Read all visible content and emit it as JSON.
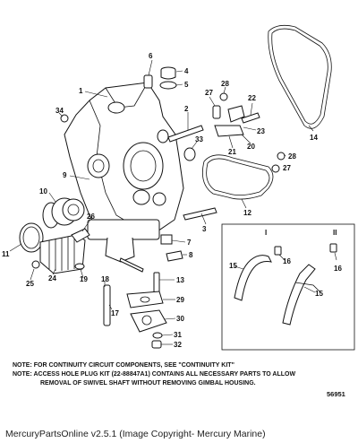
{
  "diagram": {
    "part_numbers": [
      "1",
      "2",
      "3",
      "4",
      "5",
      "6",
      "7",
      "8",
      "9",
      "10",
      "11",
      "12",
      "13",
      "14",
      "15",
      "16",
      "17",
      "18",
      "19",
      "20",
      "21",
      "22",
      "23",
      "24",
      "25",
      "26",
      "27",
      "28",
      "29",
      "30",
      "31",
      "32",
      "33",
      "34"
    ],
    "callouts": [
      {
        "id": "1",
        "text": "1"
      },
      {
        "id": "2",
        "text": "2"
      },
      {
        "id": "3",
        "text": "3"
      },
      {
        "id": "4",
        "text": "4"
      },
      {
        "id": "5",
        "text": "5"
      },
      {
        "id": "6",
        "text": "6"
      },
      {
        "id": "7",
        "text": "7"
      },
      {
        "id": "8",
        "text": "8"
      },
      {
        "id": "9",
        "text": "9"
      },
      {
        "id": "10",
        "text": "10"
      },
      {
        "id": "11",
        "text": "11"
      },
      {
        "id": "12",
        "text": "12"
      },
      {
        "id": "13",
        "text": "13"
      },
      {
        "id": "14",
        "text": "14"
      },
      {
        "id": "15a",
        "text": "15"
      },
      {
        "id": "15b",
        "text": "15"
      },
      {
        "id": "16a",
        "text": "16"
      },
      {
        "id": "16b",
        "text": "16"
      },
      {
        "id": "17",
        "text": "17"
      },
      {
        "id": "18",
        "text": "18"
      },
      {
        "id": "19",
        "text": "19"
      },
      {
        "id": "20",
        "text": "20"
      },
      {
        "id": "21",
        "text": "21"
      },
      {
        "id": "22",
        "text": "22"
      },
      {
        "id": "23",
        "text": "23"
      },
      {
        "id": "24",
        "text": "24"
      },
      {
        "id": "25",
        "text": "25"
      },
      {
        "id": "26",
        "text": "26"
      },
      {
        "id": "27a",
        "text": "27"
      },
      {
        "id": "27b",
        "text": "27"
      },
      {
        "id": "28a",
        "text": "28"
      },
      {
        "id": "28b",
        "text": "28"
      },
      {
        "id": "29",
        "text": "29"
      },
      {
        "id": "30",
        "text": "30"
      },
      {
        "id": "31",
        "text": "31"
      },
      {
        "id": "32",
        "text": "32"
      },
      {
        "id": "33",
        "text": "33"
      },
      {
        "id": "34",
        "text": "34"
      }
    ],
    "variant_labels": [
      "I",
      "II"
    ]
  },
  "notes": {
    "note1": "NOTE:  FOR CONTINUITY CIRCUIT COMPONENTS, SEE \"CONTINUITY KIT\"",
    "note2": "NOTE:  ACCESS HOLE PLUG KIT (22-88847A1) CONTAINS ALL NECESSARY PARTS TO ALLOW",
    "note2_cont": "REMOVAL OF SWIVEL SHAFT WITHOUT REMOVING GIMBAL HOUSING."
  },
  "diagram_code": "56951",
  "footer": "MercuryPartsOnline v2.5.1 (Image Copyright- Mercury Marine)"
}
